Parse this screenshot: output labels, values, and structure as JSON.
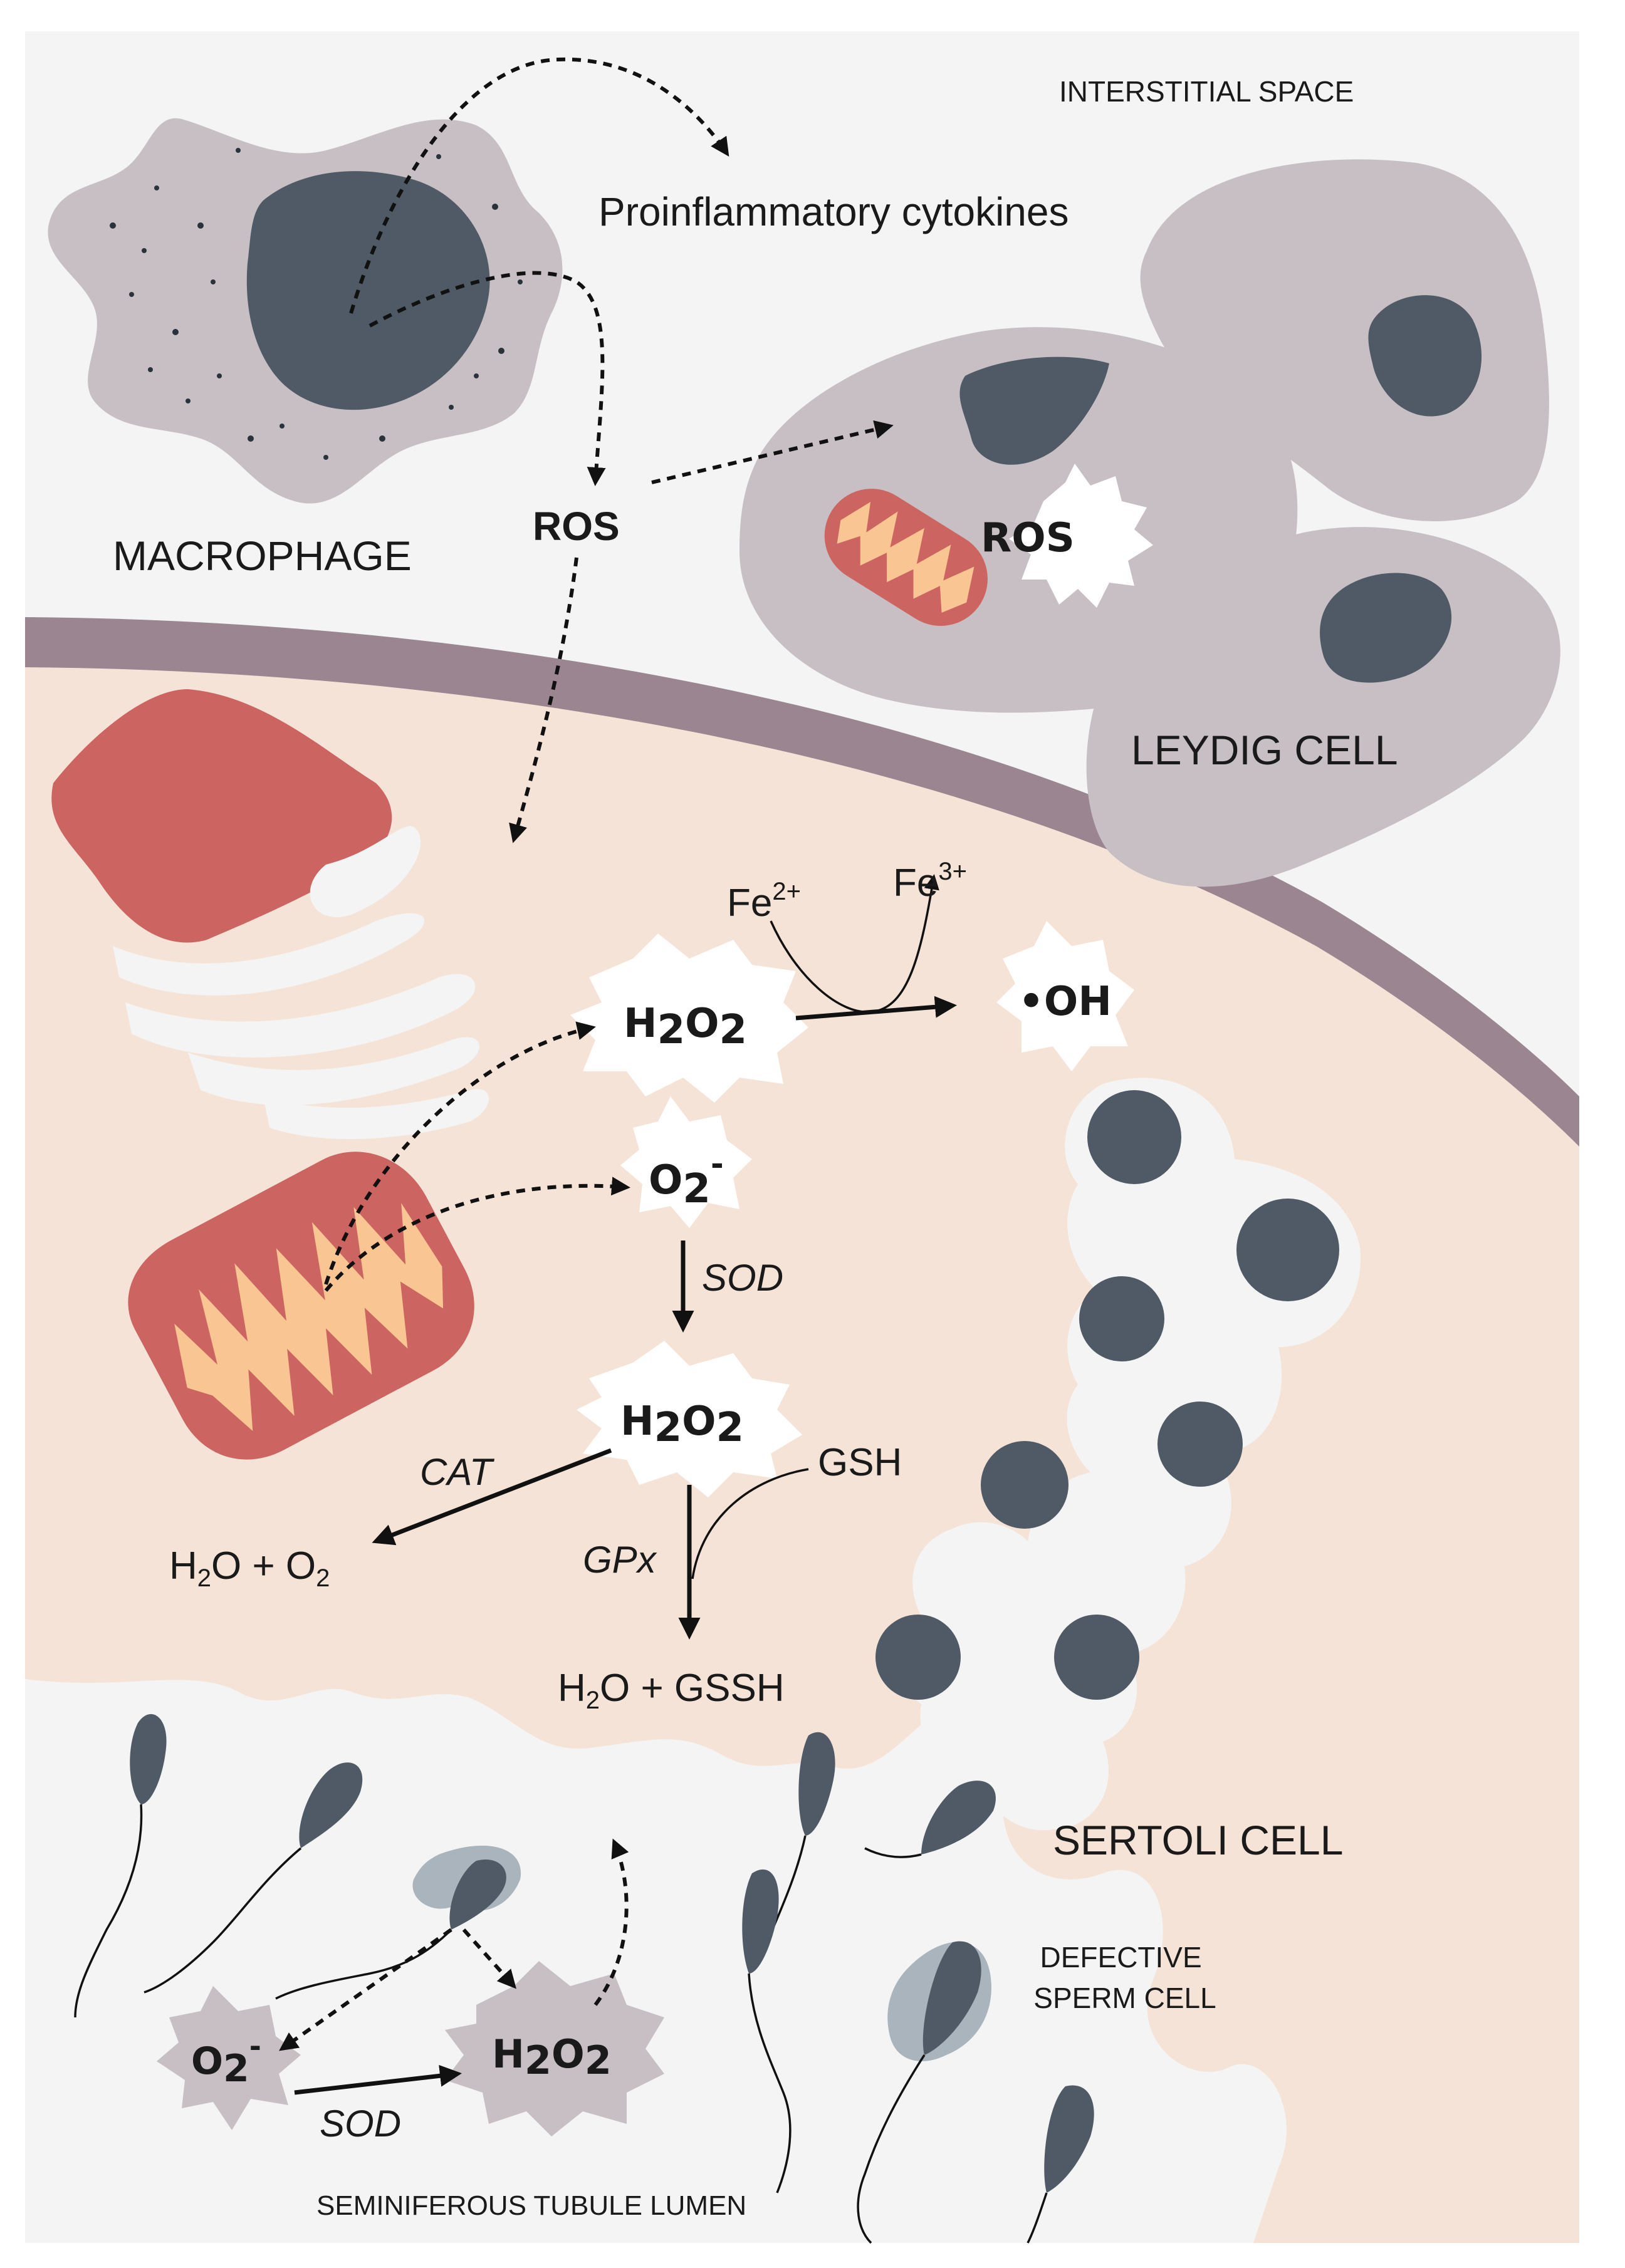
{
  "labels": {
    "interstitial_space": "INTERSTITIAL SPACE",
    "proinflammatory_cytokines": "Proinflammatory cytokines",
    "macrophage": "MACROPHAGE",
    "ros_macrophage": "ROS",
    "ros_leydig": "ROS",
    "leydig_cell": "LEYDIG CELL",
    "sertoli_cell": "SERTOLI CELL",
    "defective_sperm_line1": "DEFECTIVE",
    "defective_sperm_line2": "SPERM CELL",
    "lumen": "SEMINIFEROUS TUBULE LUMEN"
  },
  "chemistry": {
    "fe2": {
      "base": "Fe",
      "sup": "2+"
    },
    "fe3": {
      "base": "Fe",
      "sup": "3+"
    },
    "h2o2_top": {
      "a": "H",
      "b": "2",
      "c": "O",
      "d": "2"
    },
    "oh_radical": "•OH",
    "superoxide_cell": {
      "base": "O",
      "sub": "2",
      "sup": "-"
    },
    "sod_cell": "SOD",
    "h2o2_mid": {
      "a": "H",
      "b": "2",
      "c": "O",
      "d": "2"
    },
    "cat": "CAT",
    "gsh": "GSH",
    "gpx": "GPx",
    "product_cat": {
      "a": "H",
      "b": "2",
      "c": "O + O",
      "d": "2"
    },
    "product_gpx": {
      "a": "H",
      "b": "2",
      "c": "O + GSSH"
    },
    "superoxide_lumen": {
      "base": "O",
      "sub": "2",
      "sup": "-"
    },
    "h2o2_lumen": {
      "a": "H",
      "b": "2",
      "c": "O",
      "d": "2"
    },
    "sod_lumen": "SOD"
  },
  "colors": {
    "background": "#f4f4f4",
    "sertoli_cytoplasm": "#f6e3d7",
    "basement_membrane": "#9a8590",
    "cell_body": "#c8bfc4",
    "nucleus": "#4f5a66",
    "mitochondria": "#cc6461",
    "mito_cristae": "#f8c593",
    "er_organelle": "#cc6461",
    "lumen_star": "#c8bfc4",
    "defect_halo": "#a9b4bd"
  }
}
